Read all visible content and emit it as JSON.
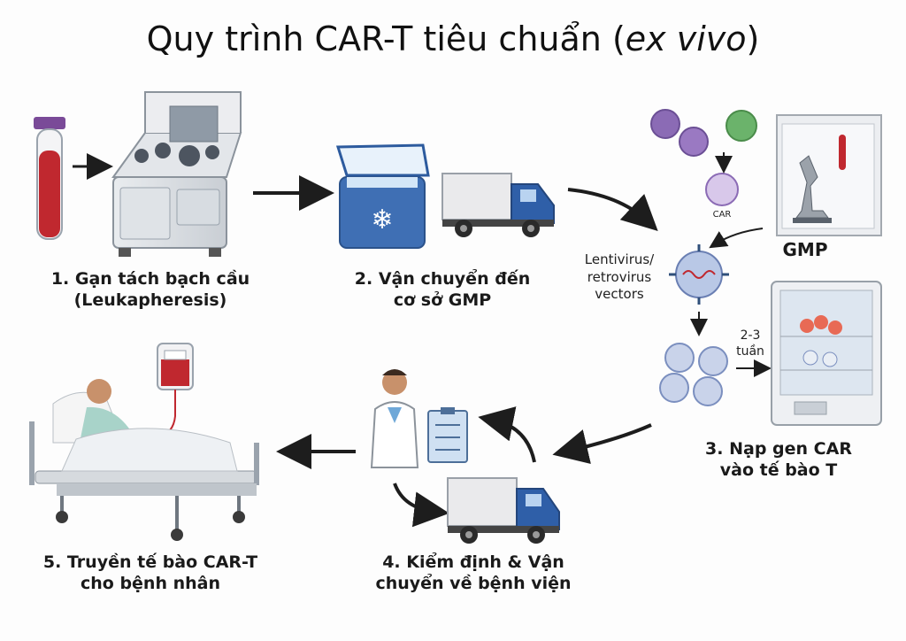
{
  "title": {
    "main": "Quy trình CAR-T tiêu chuẩn (",
    "italic": "ex vivo",
    "end": ")"
  },
  "steps": [
    {
      "line1": "1. Gạn tách bạch cầu",
      "line2": "(Leukapheresis)"
    },
    {
      "line1": "2. Vận chuyển đến",
      "line2": "cơ sở GMP"
    },
    {
      "line1": "3. Nạp gen CAR",
      "line2": "vào tế bào T"
    },
    {
      "line1": "4. Kiểm định & Vận",
      "line2": "chuyển về bệnh viện"
    },
    {
      "line1": "5. Truyền tế bào CAR-T",
      "line2": "cho bệnh nhân"
    }
  ],
  "labels": {
    "gmp": "GMP",
    "vector_line1": "Lentivirus/",
    "vector_line2": "retrovirus",
    "vector_line3": "vectors",
    "duration_line1": "2-3",
    "duration_line2": "tuần",
    "car": "CAR"
  },
  "colors": {
    "blood": "#c0282f",
    "cooler": "#3f6fb4",
    "truck_cab": "#2f5fa8",
    "virus_purple": "#8b6bb5",
    "virus_green": "#6bb36b",
    "incubator_cells": "#e86a55"
  }
}
